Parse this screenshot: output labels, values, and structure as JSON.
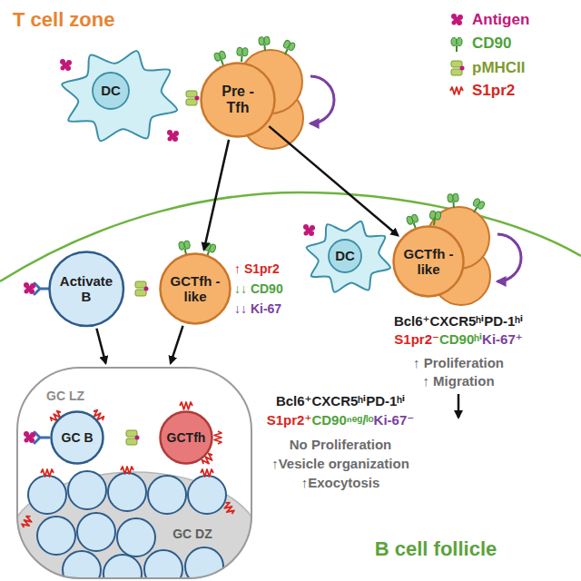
{
  "diagram": {
    "nodes": [
      {
        "text": [
          "DC"
        ]
      },
      {
        "text": [
          "Pre -Tfh"
        ]
      },
      {
        "text": [
          "Activate B"
        ]
      },
      {
        "text": [
          "GCTfh -like"
        ]
      },
      {
        "text": [
          "DC"
        ]
      },
      {
        "text": [
          "GCTfh -like"
        ]
      },
      {
        "text": [
          "GC LZ",
          "GC DZ"
        ]
      },
      {
        "text": [
          "GC B"
        ],
        "in": 6
      },
      {
        "text": [
          "GCTfh"
        ],
        "in": 6
      }
    ],
    "edges": [
      {
        "from": 1,
        "to": 3,
        "arrow": "to"
      },
      {
        "from": 1,
        "to": 5,
        "arrow": "to"
      },
      {
        "from": 2,
        "to": 6,
        "arrow": "to"
      },
      {
        "from": 3,
        "to": 6,
        "arrow": "to"
      }
    ],
    "labels": [
      "T cell zone",
      "↑ S1pr2",
      "↓↓ CD90",
      "↓↓ Ki-67",
      "Bcl6⁺CXCR5ʰⁱPD-1ʰⁱ",
      "S1pr2⁻",
      "CD90ʰⁱ",
      "Ki-67⁺",
      "↑ Proliferation",
      "↑ Migration",
      "Bcl6⁺CXCR5ʰⁱPD-1ʰⁱ",
      "S1pr2⁺",
      "CD90ⁿᵉᵍ/ˡᵒ",
      "Ki-67⁻",
      "No Proliferation",
      "↑Vesicle organization",
      "↑Exocytosis",
      "B cell follicle"
    ],
    "legend": [
      {
        "text": "Antigen"
      },
      {
        "text": "CD90"
      },
      {
        "text": "pMHCII"
      },
      {
        "text": "S1pr2"
      }
    ]
  }
}
